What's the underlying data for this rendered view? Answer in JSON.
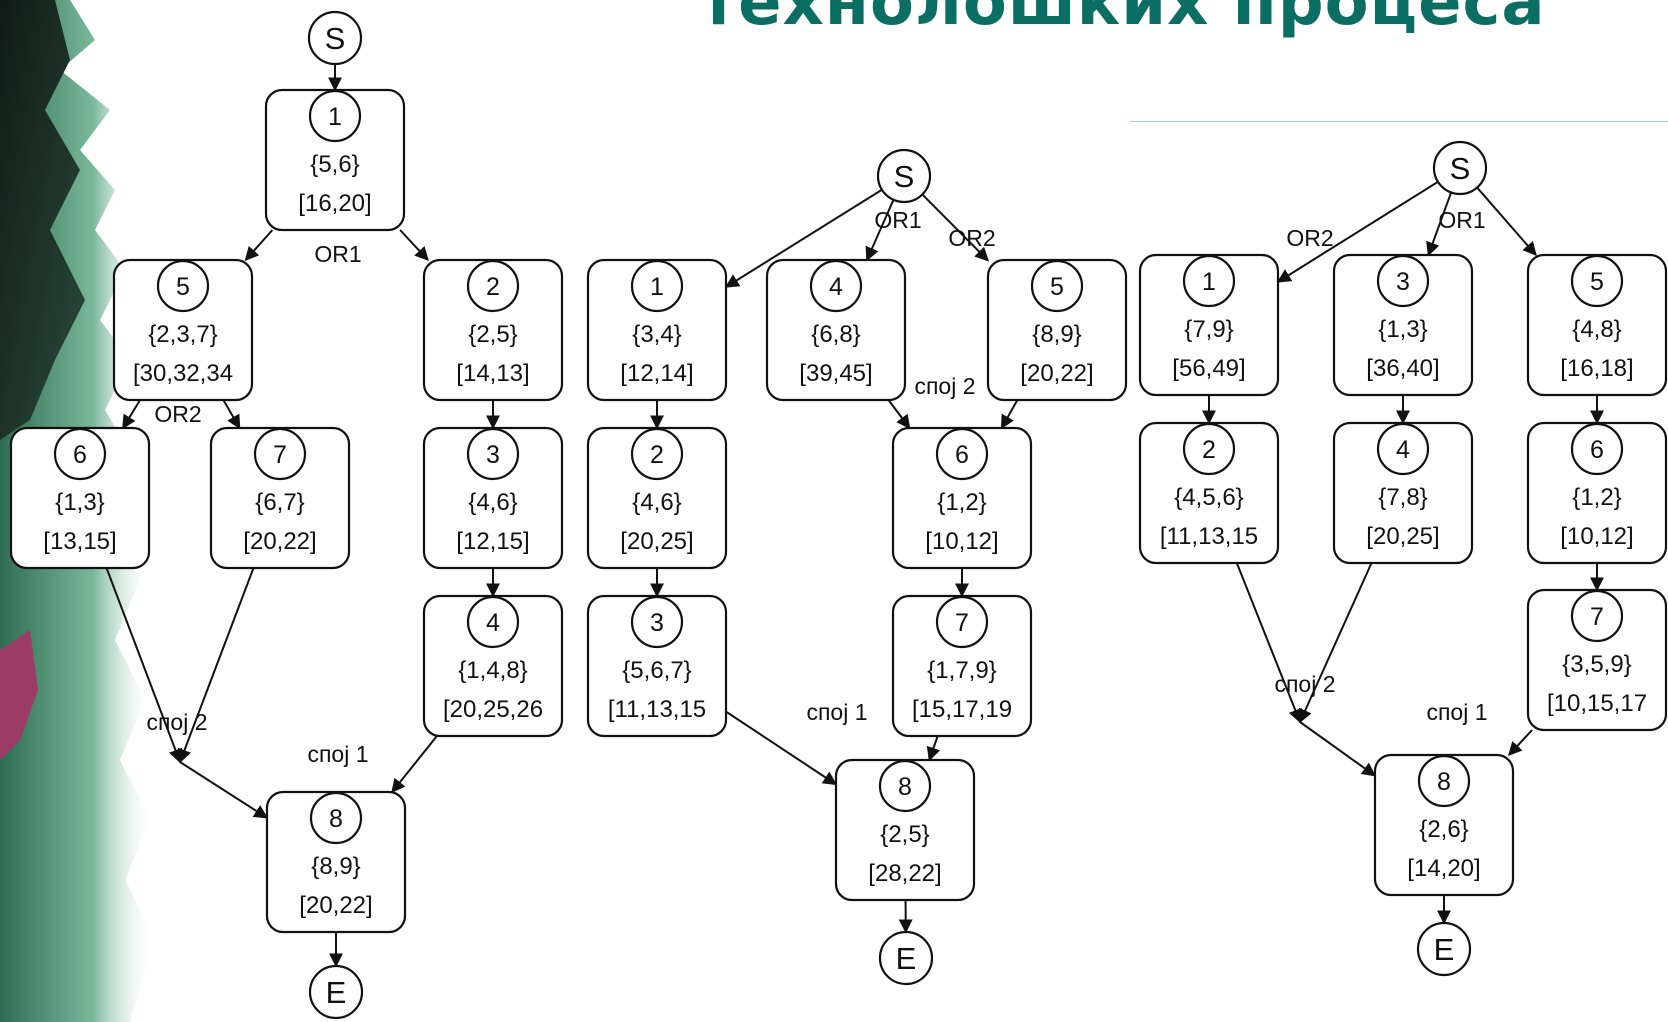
{
  "title": "технолошких процеса",
  "colors": {
    "title": "#0b6e63",
    "rule": "#9fd6d3",
    "ink": "#111111"
  },
  "graphs": [
    {
      "nodes": [
        {
          "key": "S",
          "label": "S",
          "kind": "terminal"
        },
        {
          "key": "n1",
          "label": "1",
          "set": "{5,6}",
          "range": "[16,20]",
          "kind": "op"
        },
        {
          "key": "n5",
          "label": "5",
          "set": "{2,3,7}",
          "range": "[30,32,34",
          "kind": "op"
        },
        {
          "key": "n2",
          "label": "2",
          "set": "{2,5}",
          "range": "[14,13]",
          "kind": "op"
        },
        {
          "key": "n6",
          "label": "6",
          "set": "{1,3}",
          "range": "[13,15]",
          "kind": "op"
        },
        {
          "key": "n7",
          "label": "7",
          "set": "{6,7}",
          "range": "[20,22]",
          "kind": "op"
        },
        {
          "key": "n3",
          "label": "3",
          "set": "{4,6}",
          "range": "[12,15]",
          "kind": "op"
        },
        {
          "key": "n4",
          "label": "4",
          "set": "{1,4,8}",
          "range": "[20,25,26",
          "kind": "op"
        },
        {
          "key": "n8",
          "label": "8",
          "set": "{8,9}",
          "range": "[20,22]",
          "kind": "op"
        },
        {
          "key": "E",
          "label": "E",
          "kind": "terminal"
        }
      ],
      "labels": [
        {
          "key": "or1",
          "text": "OR1"
        },
        {
          "key": "or2",
          "text": "OR2"
        },
        {
          "key": "spoj2",
          "text": "спој 2"
        },
        {
          "key": "spoj1",
          "text": "спој 1"
        }
      ],
      "edges": [
        [
          "S",
          "n1"
        ],
        [
          "n1",
          "n5"
        ],
        [
          "n1",
          "n2"
        ],
        [
          "n5",
          "n6"
        ],
        [
          "n5",
          "n7"
        ],
        [
          "n2",
          "n3"
        ],
        [
          "n3",
          "n4"
        ],
        [
          "n6",
          "j2"
        ],
        [
          "n7",
          "j2"
        ],
        [
          "j2",
          "n8"
        ],
        [
          "n4",
          "n8"
        ],
        [
          "n8",
          "E"
        ]
      ]
    },
    {
      "nodes": [
        {
          "key": "S",
          "label": "S",
          "kind": "terminal"
        },
        {
          "key": "n1",
          "label": "1",
          "set": "{3,4}",
          "range": "[12,14]",
          "kind": "op"
        },
        {
          "key": "n4",
          "label": "4",
          "set": "{6,8}",
          "range": "[39,45]",
          "kind": "op"
        },
        {
          "key": "n5",
          "label": "5",
          "set": "{8,9}",
          "range": "[20,22]",
          "kind": "op"
        },
        {
          "key": "n2",
          "label": "2",
          "set": "{4,6}",
          "range": "[20,25]",
          "kind": "op"
        },
        {
          "key": "n6",
          "label": "6",
          "set": "{1,2}",
          "range": "[10,12]",
          "kind": "op"
        },
        {
          "key": "n3",
          "label": "3",
          "set": "{5,6,7}",
          "range": "[11,13,15",
          "kind": "op"
        },
        {
          "key": "n7",
          "label": "7",
          "set": "{1,7,9}",
          "range": "[15,17,19",
          "kind": "op"
        },
        {
          "key": "n8",
          "label": "8",
          "set": "{2,5}",
          "range": "[28,22]",
          "kind": "op"
        },
        {
          "key": "E",
          "label": "E",
          "kind": "terminal"
        }
      ],
      "labels": [
        {
          "key": "or1",
          "text": "OR1"
        },
        {
          "key": "or2",
          "text": "OR2"
        },
        {
          "key": "spoj2",
          "text": "спој 2"
        },
        {
          "key": "spoj1",
          "text": "спој 1"
        }
      ],
      "edges": [
        [
          "S",
          "n1"
        ],
        [
          "S",
          "n4"
        ],
        [
          "S",
          "n5"
        ],
        [
          "n1",
          "n2"
        ],
        [
          "n2",
          "n3"
        ],
        [
          "n4",
          "n6"
        ],
        [
          "n5",
          "n6"
        ],
        [
          "n6",
          "n7"
        ],
        [
          "n3",
          "n8"
        ],
        [
          "n7",
          "n8"
        ],
        [
          "n8",
          "E"
        ]
      ]
    },
    {
      "nodes": [
        {
          "key": "S",
          "label": "S",
          "kind": "terminal"
        },
        {
          "key": "n1",
          "label": "1",
          "set": "{7,9}",
          "range": "[56,49]",
          "kind": "op"
        },
        {
          "key": "n3",
          "label": "3",
          "set": "{1,3}",
          "range": "[36,40]",
          "kind": "op"
        },
        {
          "key": "n5",
          "label": "5",
          "set": "{4,8}",
          "range": "[16,18]",
          "kind": "op"
        },
        {
          "key": "n2",
          "label": "2",
          "set": "{4,5,6}",
          "range": "[11,13,15",
          "kind": "op"
        },
        {
          "key": "n4",
          "label": "4",
          "set": "{7,8}",
          "range": "[20,25]",
          "kind": "op"
        },
        {
          "key": "n6",
          "label": "6",
          "set": "{1,2}",
          "range": "[10,12]",
          "kind": "op"
        },
        {
          "key": "n7",
          "label": "7",
          "set": "{3,5,9}",
          "range": "[10,15,17",
          "kind": "op"
        },
        {
          "key": "n8",
          "label": "8",
          "set": "{2,6}",
          "range": "[14,20]",
          "kind": "op"
        },
        {
          "key": "E",
          "label": "E",
          "kind": "terminal"
        }
      ],
      "labels": [
        {
          "key": "or1",
          "text": "OR1"
        },
        {
          "key": "or2",
          "text": "OR2"
        },
        {
          "key": "spoj2",
          "text": "спој 2"
        },
        {
          "key": "spoj1",
          "text": "спој 1"
        }
      ],
      "edges": [
        [
          "S",
          "n1"
        ],
        [
          "S",
          "n3"
        ],
        [
          "S",
          "n5"
        ],
        [
          "n1",
          "n2"
        ],
        [
          "n3",
          "n4"
        ],
        [
          "n5",
          "n6"
        ],
        [
          "n6",
          "n7"
        ],
        [
          "n2",
          "j2"
        ],
        [
          "n4",
          "j2"
        ],
        [
          "j2",
          "n8"
        ],
        [
          "n7",
          "n8"
        ],
        [
          "n8",
          "E"
        ]
      ]
    }
  ]
}
